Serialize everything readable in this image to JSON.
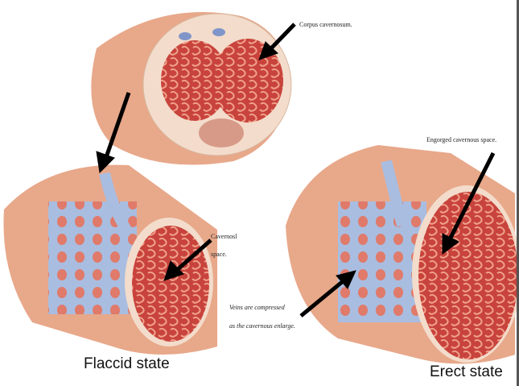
{
  "labels": {
    "corpus": "Corpus cavernosum.",
    "engorged": "Engorged cavernous space.",
    "cavernosl_line1": "Cavernosl",
    "cavernosl_line2": "space.",
    "veins_line1": "Veins are compressed",
    "veins_line2": "as the cavernous enlarge."
  },
  "captions": {
    "flaccid": "Flaccid state",
    "erect": "Erect state"
  },
  "colors": {
    "skin": "#e8a88a",
    "tissue": "#c8433c",
    "vein": "#9fb4d8",
    "arrow": "#000000"
  }
}
